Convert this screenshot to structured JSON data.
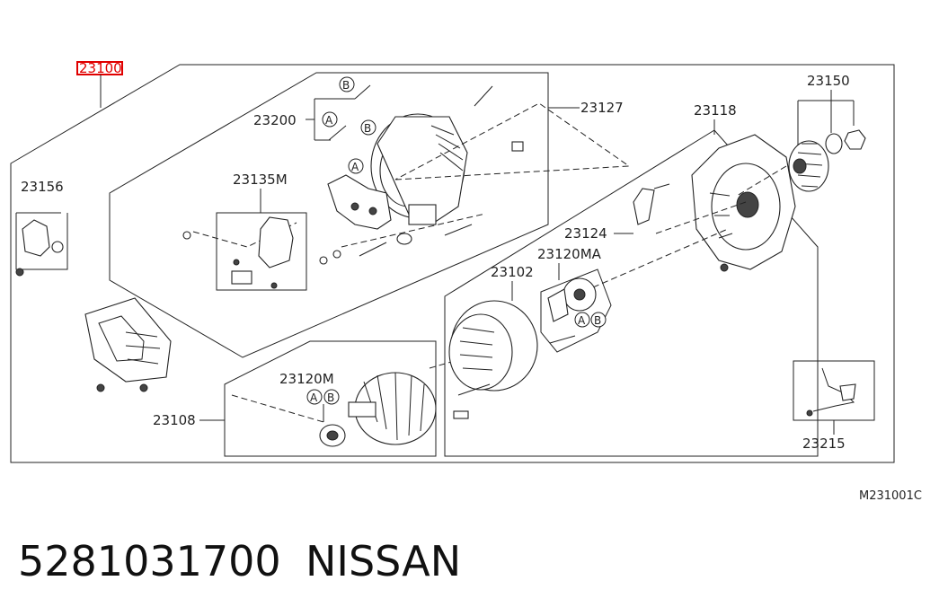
{
  "diagram": {
    "main_assembly": "23100",
    "code": "M231001C",
    "labels": {
      "rear_bracket": "23127",
      "through_bolt": "23200",
      "regulator": "23135M",
      "terminal": "23156",
      "rotor": "23108",
      "rotor_bearing": "23120M",
      "stator": "23102",
      "front_bearing": "23120MA",
      "bracket_plate": "23124",
      "front_bracket": "23118",
      "pulley": "23150",
      "harness": "23215"
    },
    "markers": {
      "a": "A",
      "b": "B"
    },
    "highlight_color": "#e00000"
  },
  "footer": {
    "part_number": "5281031700",
    "brand": "NISSAN"
  }
}
